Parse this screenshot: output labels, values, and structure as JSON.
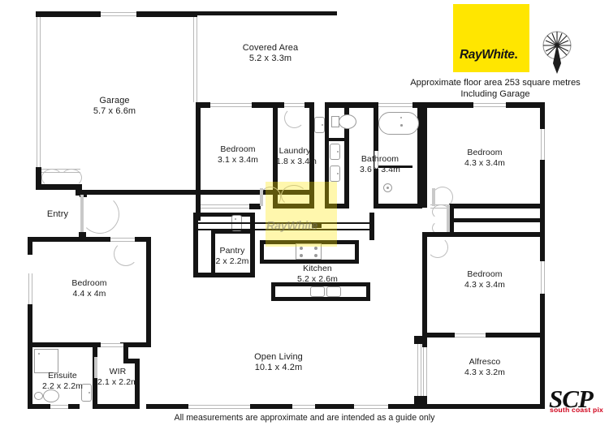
{
  "document": {
    "type": "floor-plan",
    "disclaimer": "All measurements are approximate and are intended as a guide only"
  },
  "branding": {
    "agency_name": "RayWhite",
    "agency_dot": ".",
    "agency_box_color": "#ffe600",
    "watermark_text": "RayWhite",
    "photographer_logo": "SCP",
    "photographer_tagline": "south coast pix",
    "photographer_tagline_color": "#d0021b",
    "compass_label": "N"
  },
  "summary": {
    "area_line_1": "Approximate floor area 253 square metres",
    "area_line_2": "Including Garage",
    "area_value": 253,
    "area_unit": "square metres"
  },
  "rooms": [
    {
      "id": "garage",
      "name": "Garage",
      "dimensions": "5.7 x 6.6m",
      "width_m": 5.7,
      "length_m": 6.6
    },
    {
      "id": "covered-area",
      "name": "Covered Area",
      "dimensions": "5.2 x 3.3m",
      "width_m": 5.2,
      "length_m": 3.3
    },
    {
      "id": "entry",
      "name": "Entry",
      "dimensions": "",
      "width_m": null,
      "length_m": null
    },
    {
      "id": "bedroom-2",
      "name": "Bedroom",
      "dimensions": "3.1 x 3.4m",
      "width_m": 3.1,
      "length_m": 3.4
    },
    {
      "id": "laundry",
      "name": "Laundry",
      "dimensions": "1.8 x 3.4m",
      "width_m": 1.8,
      "length_m": 3.4
    },
    {
      "id": "bathroom",
      "name": "Bathroom",
      "dimensions": "3.6 x 3.4m",
      "width_m": 3.6,
      "length_m": 3.4
    },
    {
      "id": "bedroom-3",
      "name": "Bedroom",
      "dimensions": "4.3 x 3.4m",
      "width_m": 4.3,
      "length_m": 3.4
    },
    {
      "id": "bedroom-4",
      "name": "Bedroom",
      "dimensions": "4.3 x 3.4m",
      "width_m": 4.3,
      "length_m": 3.4
    },
    {
      "id": "alfresco",
      "name": "Alfresco",
      "dimensions": "4.3 x 3.2m",
      "width_m": 4.3,
      "length_m": 3.2
    },
    {
      "id": "bedroom-1",
      "name": "Bedroom",
      "dimensions": "4.4 x 4m",
      "width_m": 4.4,
      "length_m": 4.0
    },
    {
      "id": "ensuite",
      "name": "Ensuite",
      "dimensions": "2.2 x 2.2m",
      "width_m": 2.2,
      "length_m": 2.2
    },
    {
      "id": "wir",
      "name": "WIR",
      "dimensions": "2.1 x 2.2m",
      "width_m": 2.1,
      "length_m": 2.2
    },
    {
      "id": "pantry",
      "name": "Pantry",
      "dimensions": "2 x 2.2m",
      "width_m": 2.0,
      "length_m": 2.2
    },
    {
      "id": "kitchen",
      "name": "Kitchen",
      "dimensions": "5.2 x 2.6m",
      "width_m": 5.2,
      "length_m": 2.6
    },
    {
      "id": "open-living",
      "name": "Open Living",
      "dimensions": "10.1 x 4.2m",
      "width_m": 10.1,
      "length_m": 4.2
    }
  ],
  "colors": {
    "wall": "#141414",
    "paper": "#ffffff",
    "fixture_outline": "#9a9a9a",
    "accent_yellow": "#ffe600",
    "accent_red": "#d0021b"
  }
}
